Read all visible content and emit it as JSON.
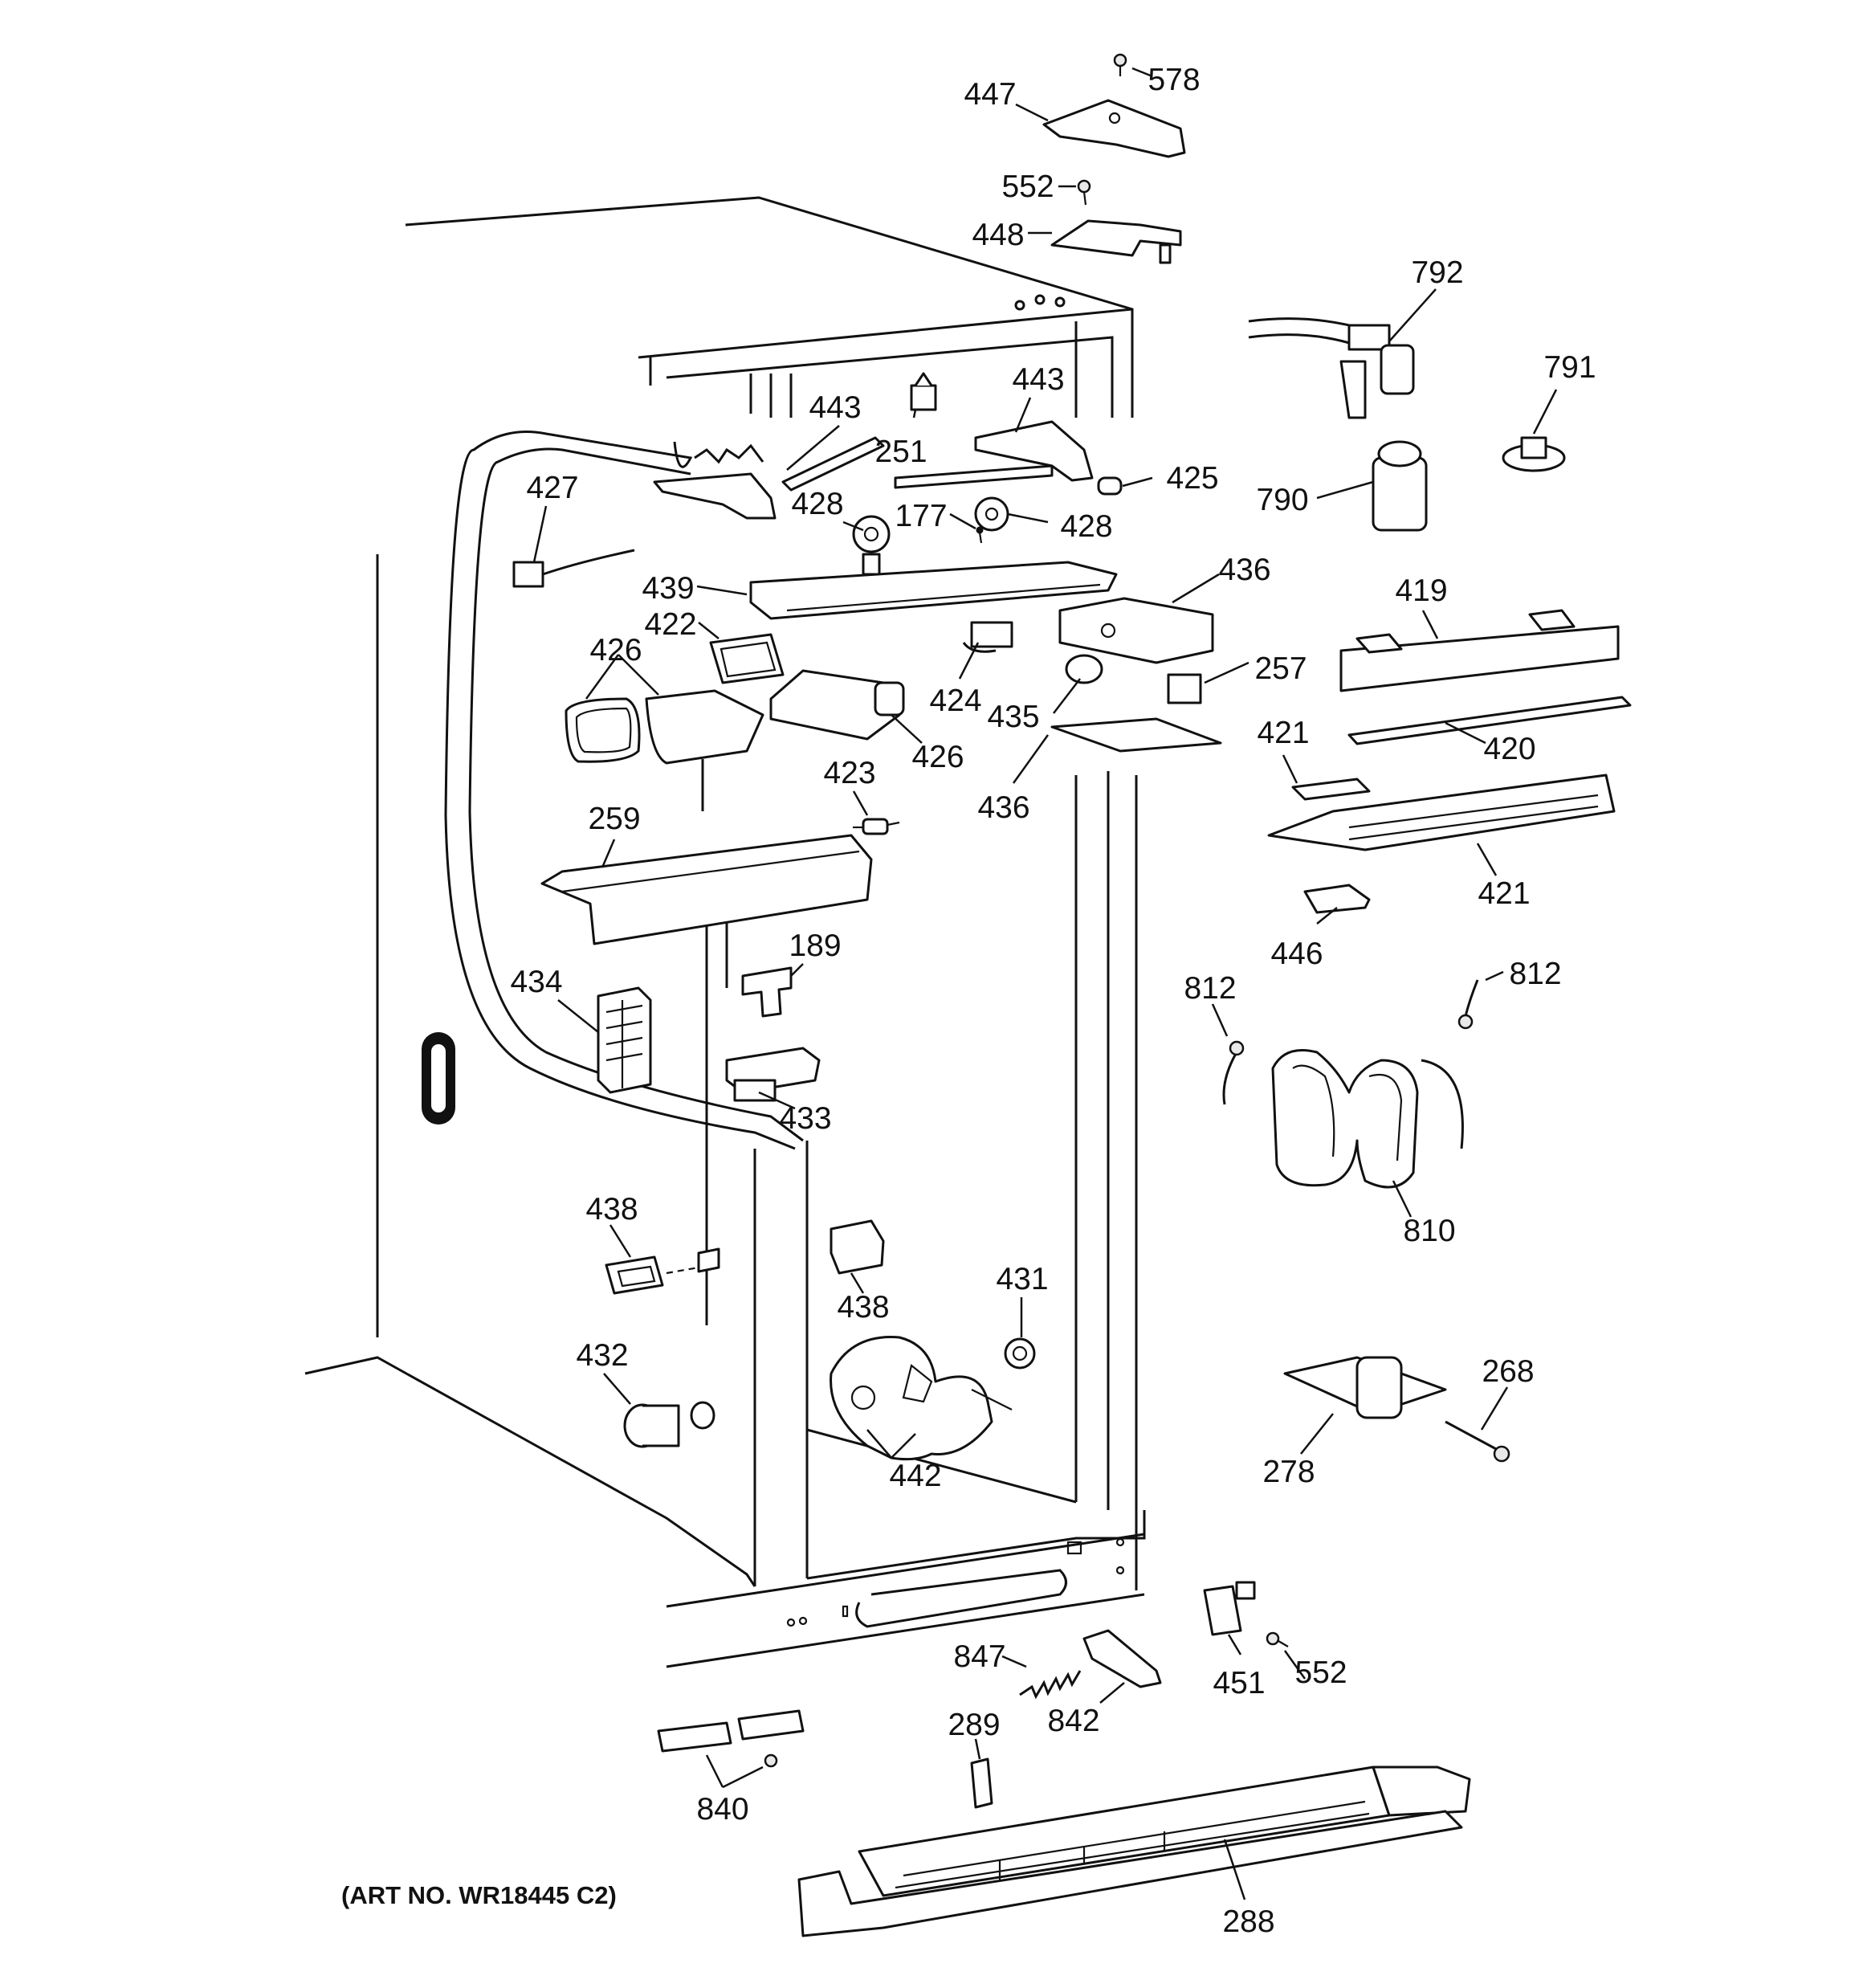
{
  "art_number": "(ART NO. WR18445 C2)",
  "callouts": {
    "c578": "578",
    "c447": "447",
    "c552a": "552",
    "c448": "448",
    "c792": "792",
    "c791": "791",
    "c790": "790",
    "c443a": "443",
    "c443b": "443",
    "c251": "251",
    "c425": "425",
    "c427": "427",
    "c428a": "428",
    "c177": "177",
    "c428b": "428",
    "c439": "439",
    "c436a": "436",
    "c419": "419",
    "c422": "422",
    "c426a": "426",
    "c424": "424",
    "c435": "435",
    "c257": "257",
    "c426b": "426",
    "c423": "423",
    "c436b": "436",
    "c421a": "421",
    "c420": "420",
    "c421b": "421",
    "c259": "259",
    "c189": "189",
    "c434": "434",
    "c446": "446",
    "c812a": "812",
    "c812b": "812",
    "c433": "433",
    "c810": "810",
    "c438a": "438",
    "c438b": "438",
    "c431": "431",
    "c432": "432",
    "c442": "442",
    "c268": "268",
    "c278": "278",
    "c847": "847",
    "c451": "451",
    "c552b": "552",
    "c842": "842",
    "c289": "289",
    "c840": "840",
    "c288": "288"
  }
}
